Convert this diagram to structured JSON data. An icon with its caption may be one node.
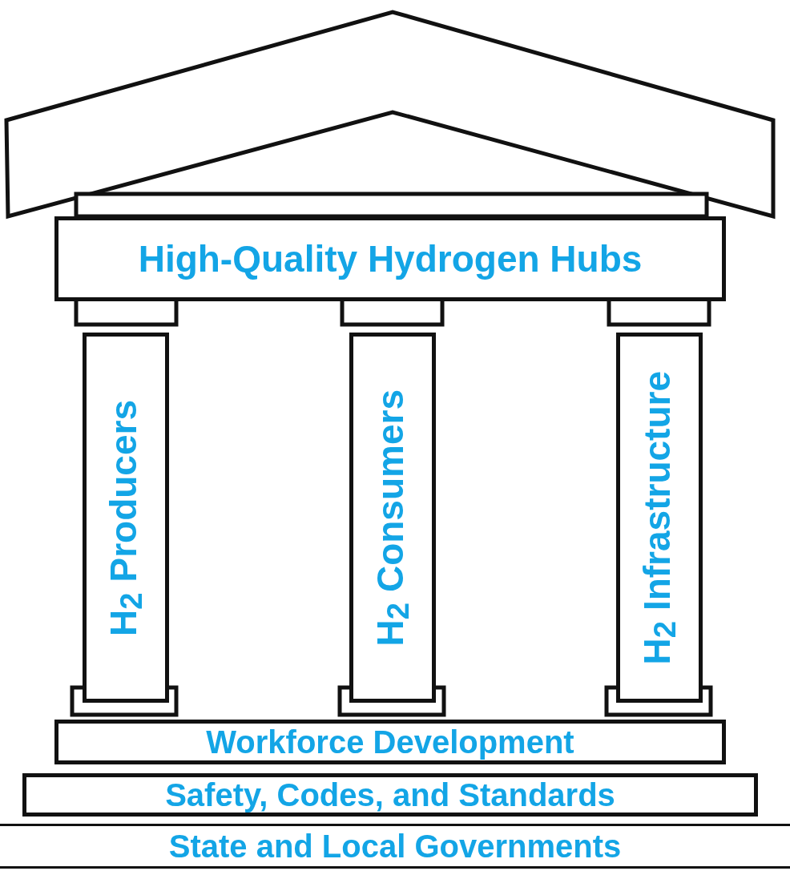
{
  "diagram": {
    "nodes": [
      {
        "text": [
          "High-Quality Hydrogen Hubs"
        ]
      },
      {
        "text": [
          "H$_{2}$ Producers"
        ]
      },
      {
        "text": [
          "H$_{2}$ Consumers"
        ]
      },
      {
        "text": [
          "H$_{2}$ Infrastructure"
        ]
      },
      {
        "text": [
          "Workforce Development"
        ]
      },
      {
        "text": [
          "Safety, Codes, and Standards"
        ]
      },
      {
        "text": [
          "State and Local Governments"
        ]
      }
    ]
  }
}
